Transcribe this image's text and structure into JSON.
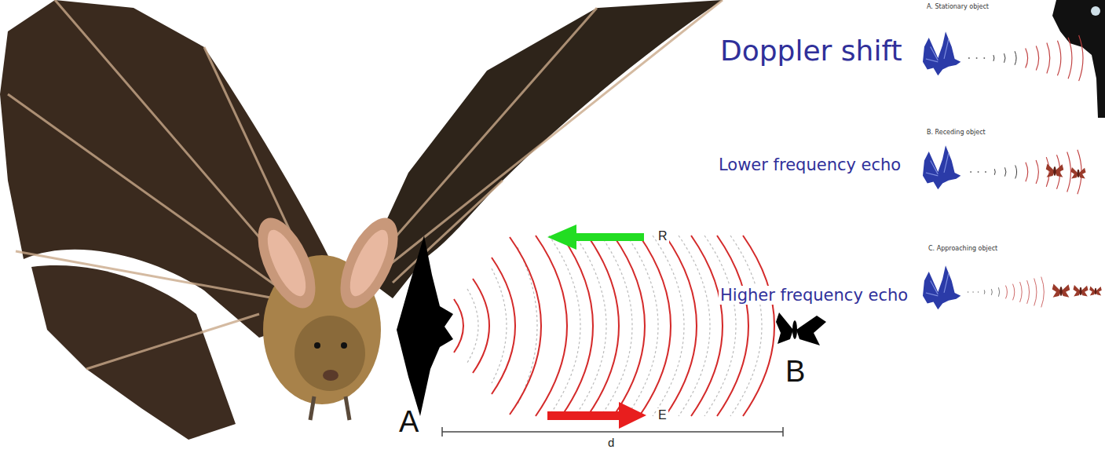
{
  "diagram": {
    "labels": [
      "A. Stationary object",
      "Doppler shift",
      "B. Receding object",
      "Lower frequency echo",
      "C. Approaching object",
      "Higher frequency echo",
      "R",
      "B",
      "A",
      "E",
      "d"
    ]
  }
}
